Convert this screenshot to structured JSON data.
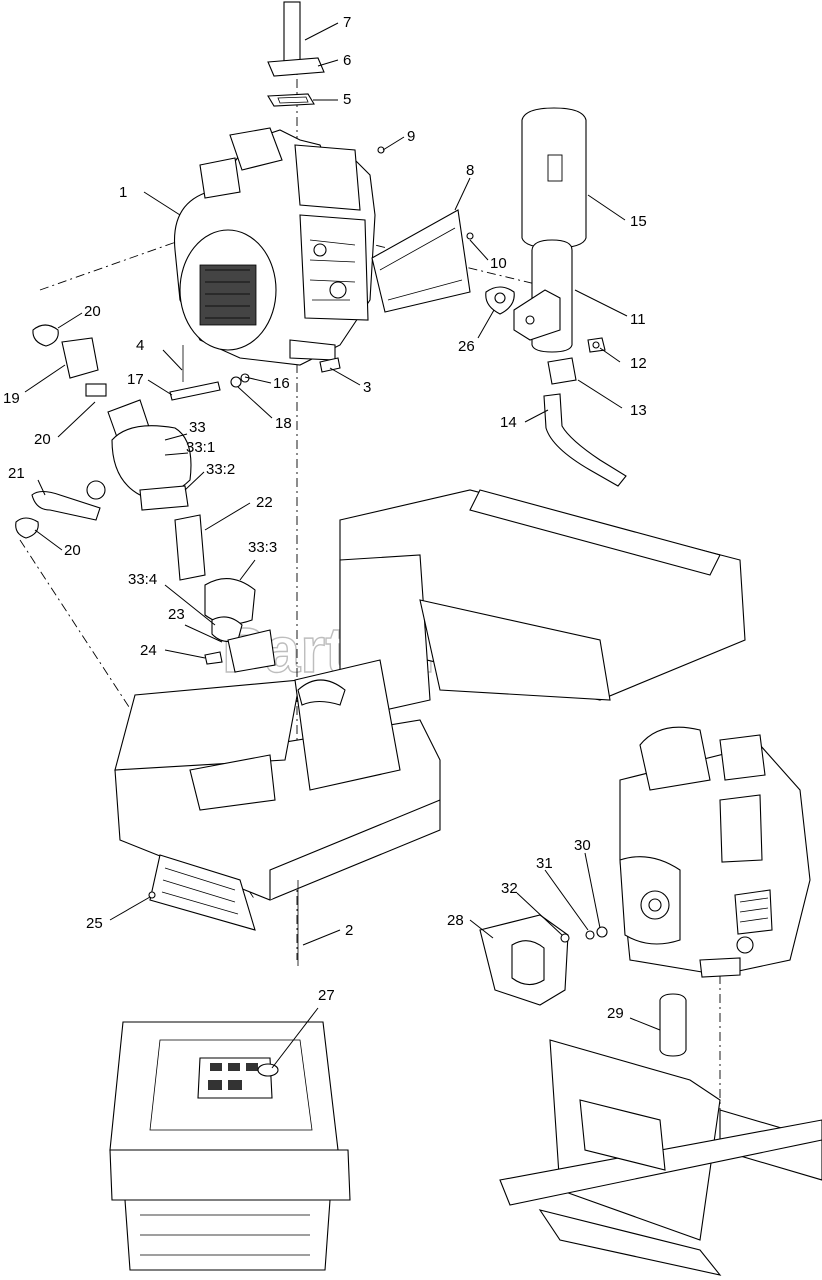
{
  "watermark": {
    "text": "PartsTree",
    "mark": "™"
  },
  "callouts": [
    {
      "id": "1",
      "label": "1"
    },
    {
      "id": "2",
      "label": "2"
    },
    {
      "id": "3",
      "label": "3"
    },
    {
      "id": "4",
      "label": "4"
    },
    {
      "id": "5",
      "label": "5"
    },
    {
      "id": "6",
      "label": "6"
    },
    {
      "id": "7",
      "label": "7"
    },
    {
      "id": "8",
      "label": "8"
    },
    {
      "id": "9",
      "label": "9"
    },
    {
      "id": "10",
      "label": "10"
    },
    {
      "id": "11",
      "label": "11"
    },
    {
      "id": "12",
      "label": "12"
    },
    {
      "id": "13",
      "label": "13"
    },
    {
      "id": "14",
      "label": "14"
    },
    {
      "id": "15",
      "label": "15"
    },
    {
      "id": "16",
      "label": "16"
    },
    {
      "id": "17",
      "label": "17"
    },
    {
      "id": "18",
      "label": "18"
    },
    {
      "id": "19",
      "label": "19"
    },
    {
      "id": "20a",
      "label": "20"
    },
    {
      "id": "20b",
      "label": "20"
    },
    {
      "id": "20c",
      "label": "20"
    },
    {
      "id": "21",
      "label": "21"
    },
    {
      "id": "22",
      "label": "22"
    },
    {
      "id": "23",
      "label": "23"
    },
    {
      "id": "24",
      "label": "24"
    },
    {
      "id": "25",
      "label": "25"
    },
    {
      "id": "26",
      "label": "26"
    },
    {
      "id": "27",
      "label": "27"
    },
    {
      "id": "28",
      "label": "28"
    },
    {
      "id": "29",
      "label": "29"
    },
    {
      "id": "30",
      "label": "30"
    },
    {
      "id": "31",
      "label": "31"
    },
    {
      "id": "32",
      "label": "32"
    },
    {
      "id": "33",
      "label": "33"
    },
    {
      "id": "33_1",
      "label": "33:1"
    },
    {
      "id": "33_2",
      "label": "33:2"
    },
    {
      "id": "33_3",
      "label": "33:3"
    },
    {
      "id": "33_4",
      "label": "33:4"
    }
  ]
}
